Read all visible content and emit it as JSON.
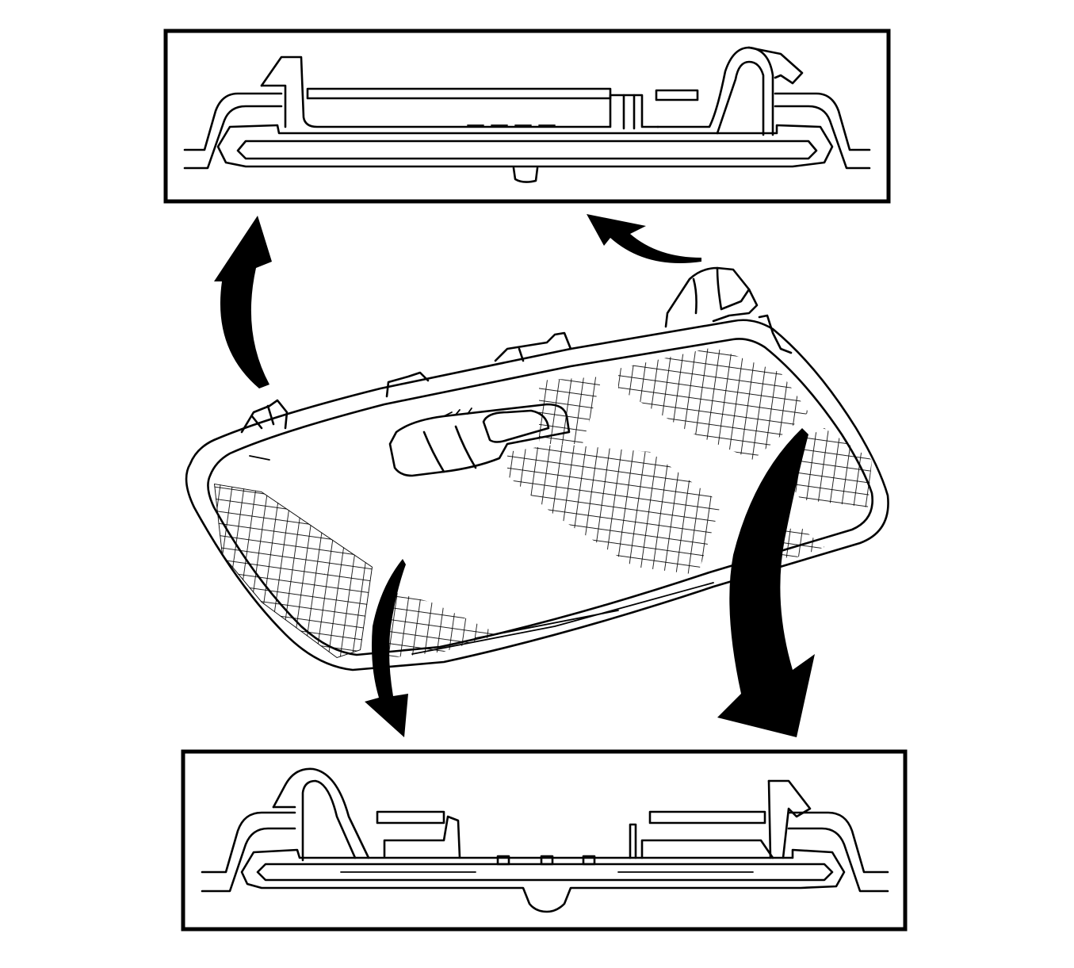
{
  "figure": {
    "stroke_color": "#000000",
    "background_color": "#ffffff",
    "parts": [
      "upper-section-view",
      "lower-section-view",
      "dome-lamp-assembly",
      "arrow-to-upper-left",
      "arrow-to-upper-right",
      "arrow-to-lower-left",
      "arrow-to-lower-right"
    ]
  }
}
